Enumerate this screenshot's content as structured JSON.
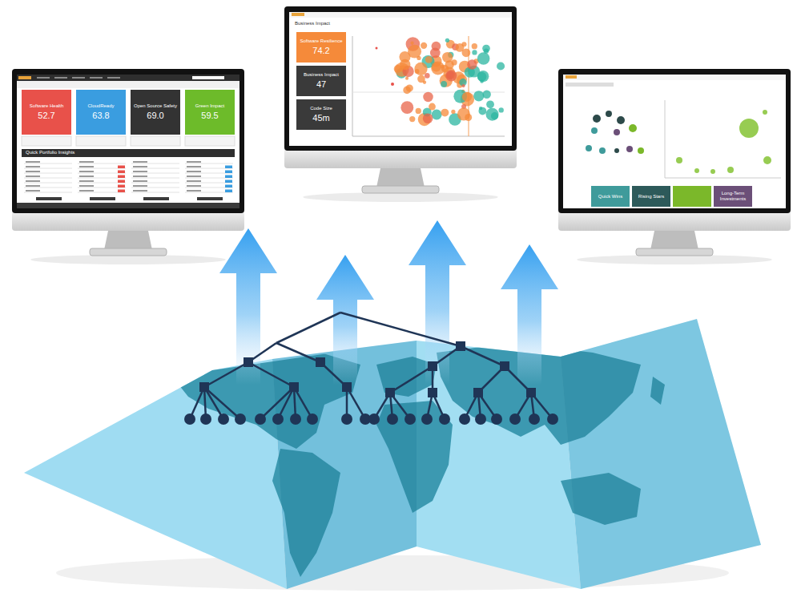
{
  "diagram": {
    "nodes": [
      {
        "text": [
          "Software Health",
          "52.7"
        ]
      },
      {
        "text": [
          "CloudReady",
          "63.8"
        ]
      },
      {
        "text": [
          "Open Source Safety",
          "69.0"
        ]
      },
      {
        "text": [
          "Green Impact",
          "59.5"
        ]
      },
      {
        "text": [
          "Software Resilience",
          "74.2"
        ]
      },
      {
        "text": [
          "Business Impact",
          "47"
        ]
      },
      {
        "text": [
          "Code Size",
          "45m"
        ]
      },
      {
        "text": [
          "Quick Wins"
        ]
      },
      {
        "text": [
          "Rising Stars"
        ]
      },
      {
        "text": [
          "Long-Term Investments"
        ]
      }
    ],
    "labels": [
      "Quick Portfolio Insights",
      "Business Impact"
    ]
  }
}
